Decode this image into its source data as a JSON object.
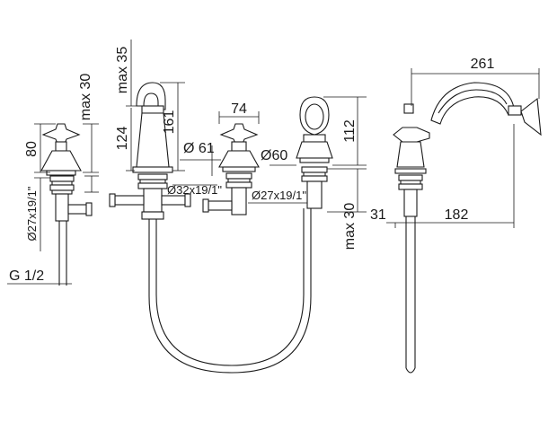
{
  "dimensions": {
    "max30_left": "max 30",
    "h80": "80",
    "dia27_left": "Ø27x19/1\"",
    "g12": "G 1/2",
    "max35": "max 35",
    "h124": "124",
    "h161": "161",
    "dia32": "Ø32x19/1\"",
    "w74": "74",
    "dia61": "Ø 61",
    "dia60": "Ø60",
    "dia27_mid": "Ø27x19/1\"",
    "h112": "112",
    "max30_right": "max 30",
    "w261": "261",
    "h31": "31",
    "w182": "182"
  }
}
